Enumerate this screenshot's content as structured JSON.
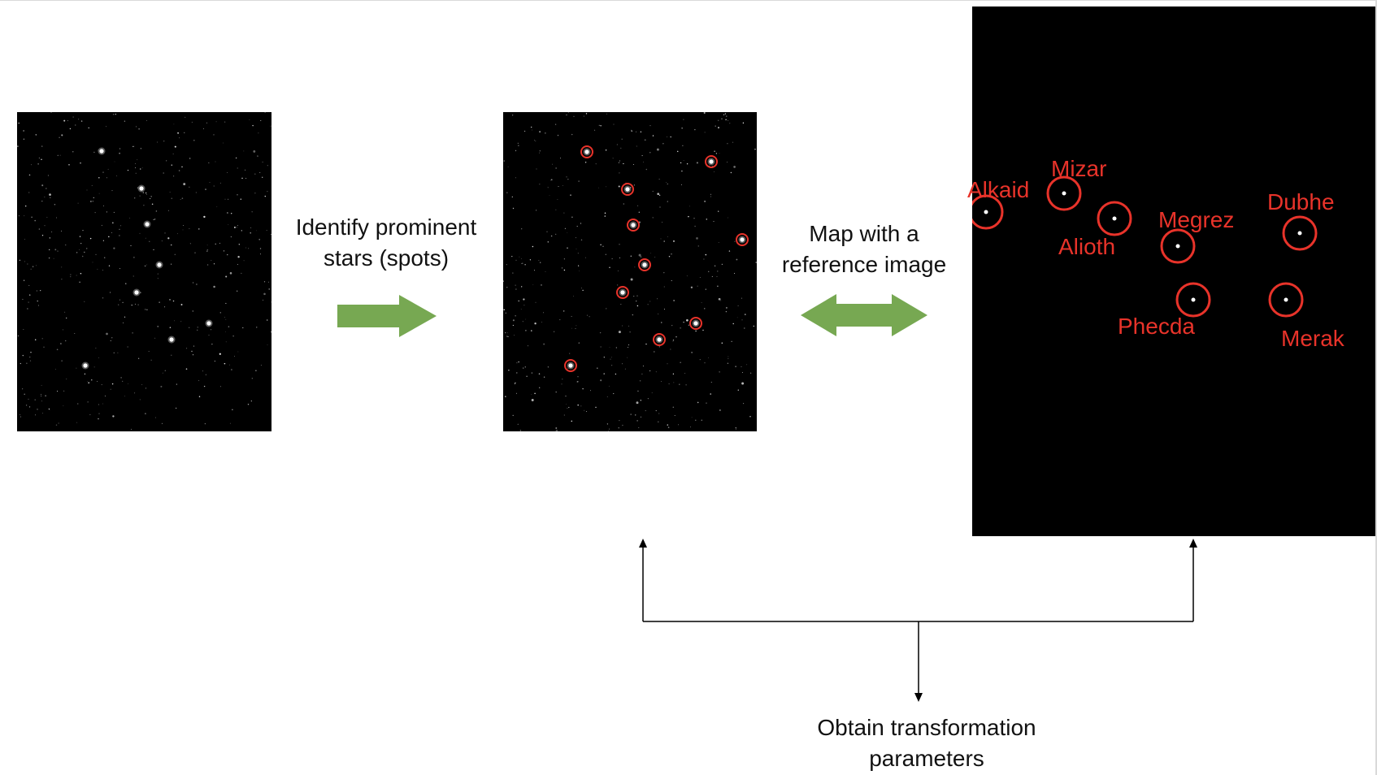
{
  "steps": {
    "identify": {
      "line1": "Identify prominent",
      "line2": "stars (spots)"
    },
    "map": {
      "line1": "Map with a",
      "line2": "reference image"
    },
    "obtain": {
      "line1": "Obtain transformation",
      "line2": "parameters"
    }
  },
  "reference_stars": [
    {
      "name": "Mizar"
    },
    {
      "name": "Alkaid"
    },
    {
      "name": "Alioth"
    },
    {
      "name": "Megrez"
    },
    {
      "name": "Dubhe"
    },
    {
      "name": "Phecda"
    },
    {
      "name": "Merak"
    }
  ],
  "colors": {
    "arrow_green": "#77a852",
    "highlight_red": "#e8332a",
    "panel_black": "#000000",
    "star_white": "#ffffff"
  }
}
